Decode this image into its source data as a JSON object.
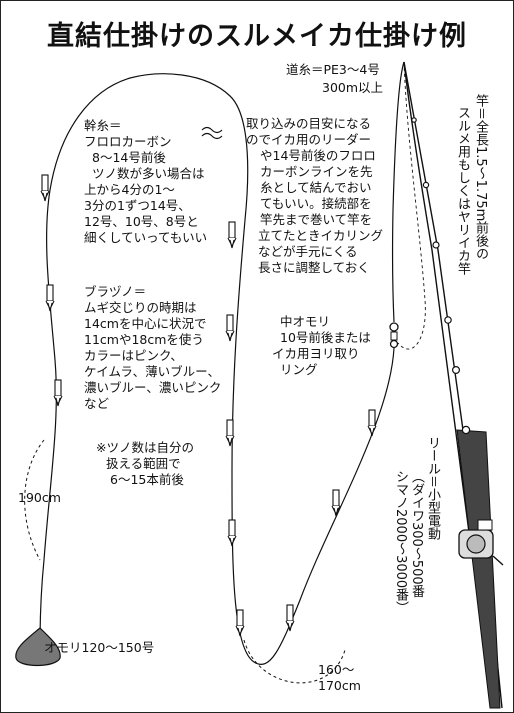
{
  "title": "直結仕掛けのスルメイカ仕掛け例",
  "labels": {
    "mainline": [
      "道糸＝PE3〜4号",
      "300m以上"
    ],
    "mikiito": [
      "幹糸＝",
      "フロロカーボン",
      "8〜14号前後",
      "ツノ数が多い場合は",
      "上から4分の1〜",
      "3分の1ずつ14号、",
      "12号、10号、8号と",
      "細くしていってもいい"
    ],
    "leader_note": [
      "取り込みの目安になる",
      "のでイカ用のリーダー",
      "や14号前後のフロロ",
      "カーボンラインを先",
      "糸として結んでおい",
      "てもいい。接続部を",
      "竿先まで巻いて竿を",
      "立てたときイカリング",
      "などが手元にくる",
      "長さに調整しておく"
    ],
    "brazuno": [
      "ブラヅノ＝",
      "ムギ交じりの時期は",
      "14cmを中心に状況で",
      "11cmや18cmを使う",
      "カラーはピンク、",
      "ケイムラ、薄いブルー、",
      "濃いブルー、濃いピンク",
      "など"
    ],
    "naka_omori": [
      "中オモリ",
      "10号前後または",
      "イカ用ヨリ取り",
      "リング"
    ],
    "tsuno_count": [
      "※ツノ数は自分の",
      "扱える範囲で",
      "6〜15本前後"
    ],
    "dist_left": "190cm",
    "dist_bottom": [
      "160〜",
      "170cm"
    ],
    "sinker": "オモリ120〜150号",
    "rod": [
      "竿＝全長1.5〜1.75m前後の",
      "スルメ用もしくはヤリイカ竿"
    ],
    "reel": [
      "リール＝小型電動",
      "（ダイワ300〜500番",
      "シマノ2000〜3000番）"
    ]
  }
}
